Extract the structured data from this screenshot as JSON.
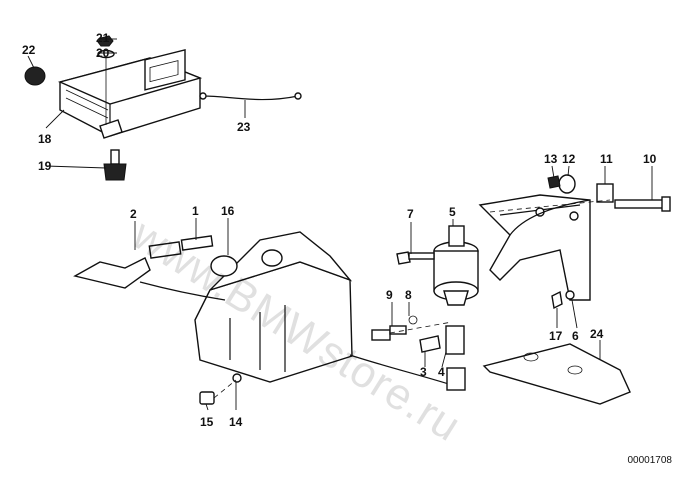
{
  "watermark": "www.BMWstore.ru",
  "document_id": "00001708",
  "callouts": {
    "p1": "1",
    "p2": "2",
    "p3": "3",
    "p4": "4",
    "p5": "5",
    "p6": "6",
    "p7": "7",
    "p8": "8",
    "p9": "9",
    "p10": "10",
    "p11": "11",
    "p12": "12",
    "p13": "13",
    "p14": "14",
    "p15": "15",
    "p16": "16",
    "p17": "17",
    "p18": "18",
    "p19": "19",
    "p20": "20",
    "p21": "21",
    "p22": "22",
    "p23": "23",
    "p24": "24"
  }
}
